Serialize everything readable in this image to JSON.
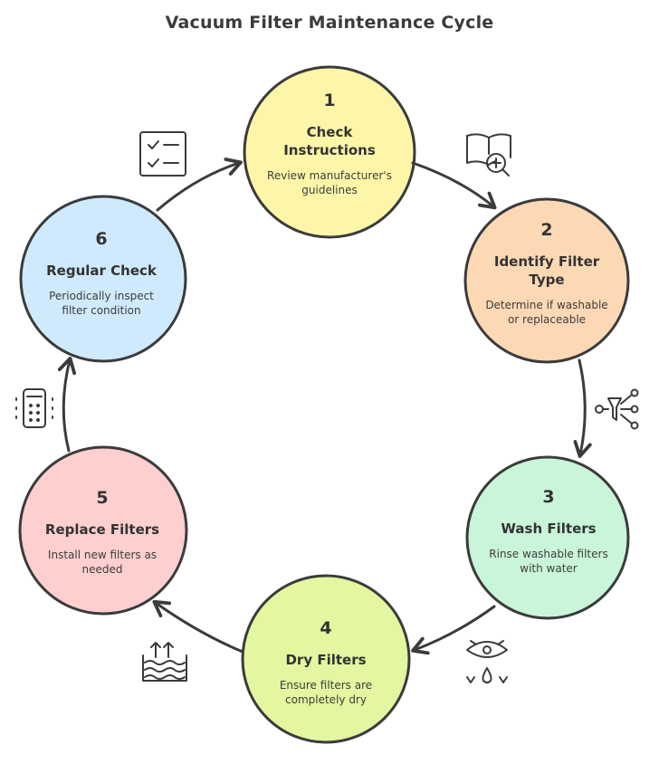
{
  "title": "Vacuum Filter Maintenance Cycle",
  "steps": [
    {
      "number": "1",
      "heading": "Check Instructions",
      "desc": "Review manufacturer's guidelines",
      "fill": "#fdf6a8",
      "icon": "manual-search-icon"
    },
    {
      "number": "2",
      "heading": "Identify Filter Type",
      "desc": "Determine if washable or replaceable",
      "fill": "#fdd8b5",
      "icon": "filter-branch-icon"
    },
    {
      "number": "3",
      "heading": "Wash Filters",
      "desc": "Rinse washable filters with water",
      "fill": "#c9f5d8",
      "icon": "eye-drop-icon"
    },
    {
      "number": "4",
      "heading": "Dry Filters",
      "desc": "Ensure filters are completely dry",
      "fill": "#e3f6a0",
      "icon": "evaporation-icon"
    },
    {
      "number": "5",
      "heading": "Replace Filters",
      "desc": "Install new filters as needed",
      "fill": "#fdcfcf",
      "icon": "air-purifier-icon"
    },
    {
      "number": "6",
      "heading": "Regular Check",
      "desc": "Periodically inspect filter condition",
      "fill": "#cfeafc",
      "icon": "checklist-icon"
    }
  ],
  "colors": {
    "stroke": "#3b3b3b",
    "text": "#333333"
  }
}
